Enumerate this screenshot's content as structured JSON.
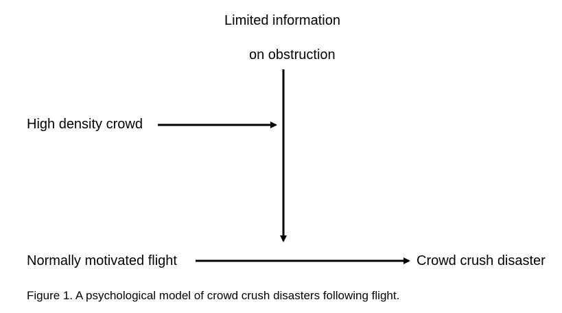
{
  "diagram": {
    "nodes": {
      "limited_information_line1": "Limited information",
      "limited_information_line2": "on obstruction",
      "high_density_crowd": "High density crowd",
      "normally_motivated_flight": "Normally motivated flight",
      "crowd_crush_disaster": "Crowd crush disaster"
    },
    "edges": [
      {
        "from": "limited_information",
        "to": "normally_motivated_flight_to_crowd_crush_disaster"
      },
      {
        "from": "high_density_crowd",
        "to": "limited_information_arrow"
      },
      {
        "from": "normally_motivated_flight",
        "to": "crowd_crush_disaster"
      }
    ],
    "caption": "Figure 1. A psychological model of crowd crush disasters following flight.",
    "colors": {
      "text": "#000000",
      "arrow": "#000000",
      "background": "#ffffff"
    }
  }
}
